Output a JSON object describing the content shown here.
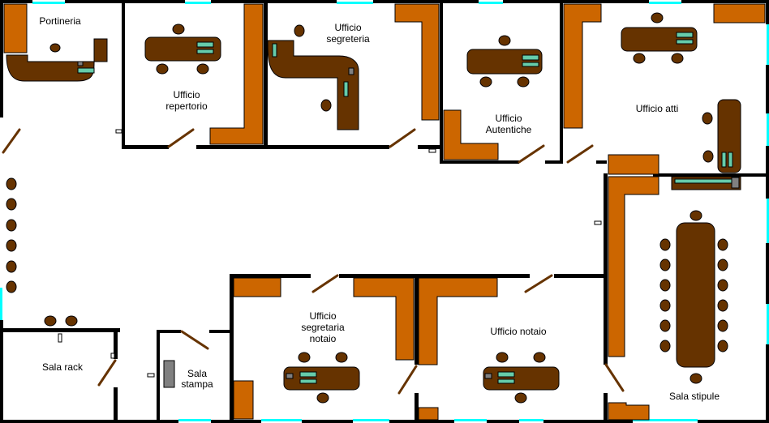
{
  "rooms": {
    "portineria": {
      "label": "Portineria"
    },
    "repertorio": {
      "line1": "Ufficio",
      "line2": "repertorio"
    },
    "segreteria": {
      "line1": "Ufficio",
      "line2": "segreteria"
    },
    "autentiche": {
      "line1": "Ufficio",
      "line2": "Autentiche"
    },
    "atti": {
      "label": "Ufficio atti"
    },
    "rack": {
      "label": "Sala rack"
    },
    "stampa": {
      "line1": "Sala",
      "line2": "stampa"
    },
    "segretaria_notaio": {
      "line1": "Ufficio",
      "line2": "segretaria",
      "line3": "notaio"
    },
    "notaio": {
      "label": "Ufficio notaio"
    },
    "stipule": {
      "label": "Sala stipule"
    }
  },
  "colors": {
    "wall": "#000000",
    "desk": "#663300",
    "cabinet": "#cc6600",
    "window": "#00ffff",
    "device": "#808080",
    "floor": "#ffffff"
  }
}
